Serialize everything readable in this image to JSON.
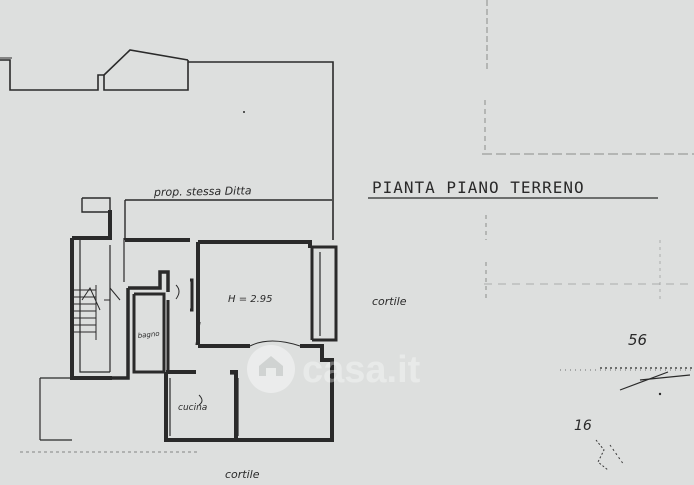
{
  "drawing": {
    "title": "PIANTA PIANO TERRENO",
    "labels": {
      "neighbor": "prop. stessa Ditta",
      "courtyard_right": "cortile",
      "courtyard_bottom": "cortile",
      "height": "H = 2.95",
      "kitchen": "cucina",
      "bath": "bagno"
    },
    "marginalia": {
      "mark_top_right": "56",
      "mark_bottom_right": "16"
    }
  },
  "watermark": {
    "text": "casa.it"
  },
  "colors": {
    "paper": "#d9dcdb",
    "ink": "#2a2a2a",
    "watermark": "#ffffff"
  }
}
